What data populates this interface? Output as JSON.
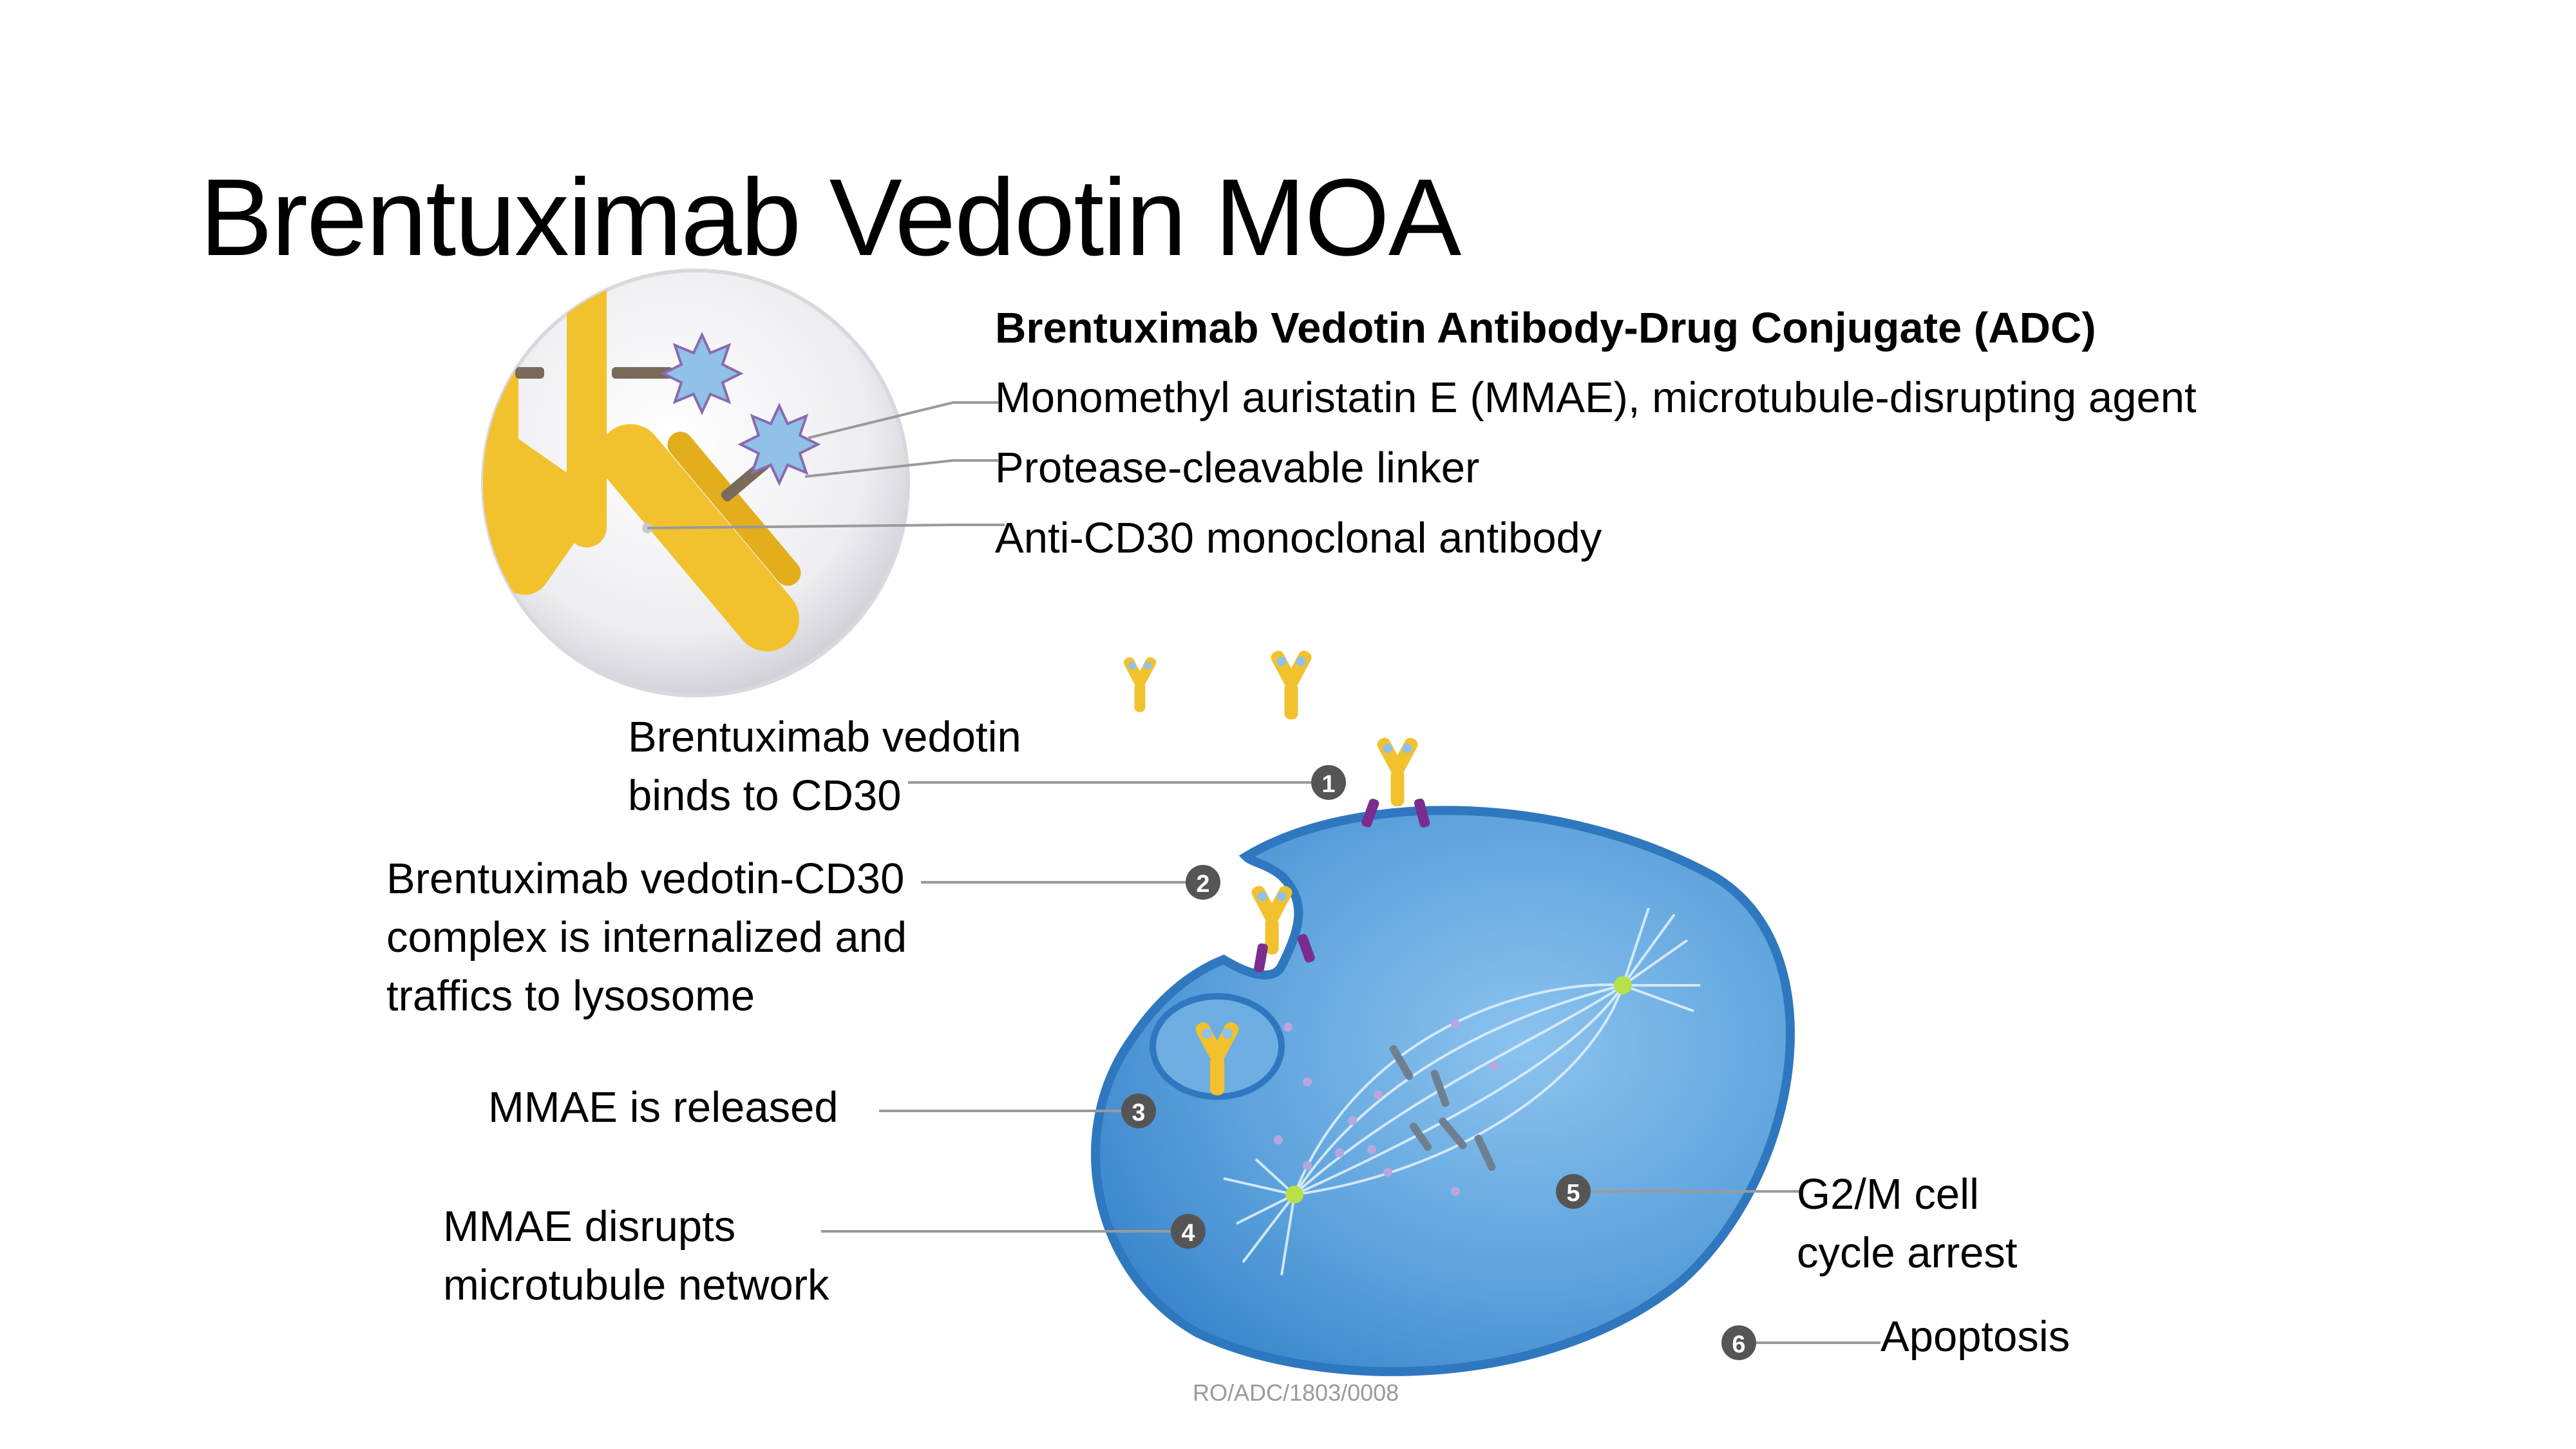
{
  "title": "Brentuximab Vedotin MOA",
  "adc_legend": {
    "heading": "Brentuximab Vedotin Antibody-Drug Conjugate (ADC)",
    "items": [
      "Monomethyl auristatin E (MMAE), microtubule-disrupting agent",
      "Protease-cleavable linker",
      "Anti-CD30 monoclonal antibody"
    ]
  },
  "steps": [
    {
      "number": "1",
      "lines": [
        "Brentuximab vedotin",
        "binds to CD30"
      ]
    },
    {
      "number": "2",
      "lines": [
        "Brentuximab vedotin-CD30",
        "complex is internalized and",
        "traffics to lysosome"
      ]
    },
    {
      "number": "3",
      "lines": [
        "MMAE is released"
      ]
    },
    {
      "number": "4",
      "lines": [
        "MMAE disrupts",
        "microtubule network"
      ]
    },
    {
      "number": "5",
      "lines": [
        "G2/M cell",
        "cycle arrest"
      ]
    },
    {
      "number": "6",
      "lines": [
        "Apoptosis"
      ]
    }
  ],
  "reference_code": "RO/ADC/1803/0008",
  "colors": {
    "antibody": "#f2c12e",
    "mmae": "#8fc2e6",
    "linker": "#7a6a5a",
    "cd30": "#7b2d8e",
    "cell": "#4e97d6",
    "cell_edge": "#2f78bf",
    "marker": "#555555"
  }
}
